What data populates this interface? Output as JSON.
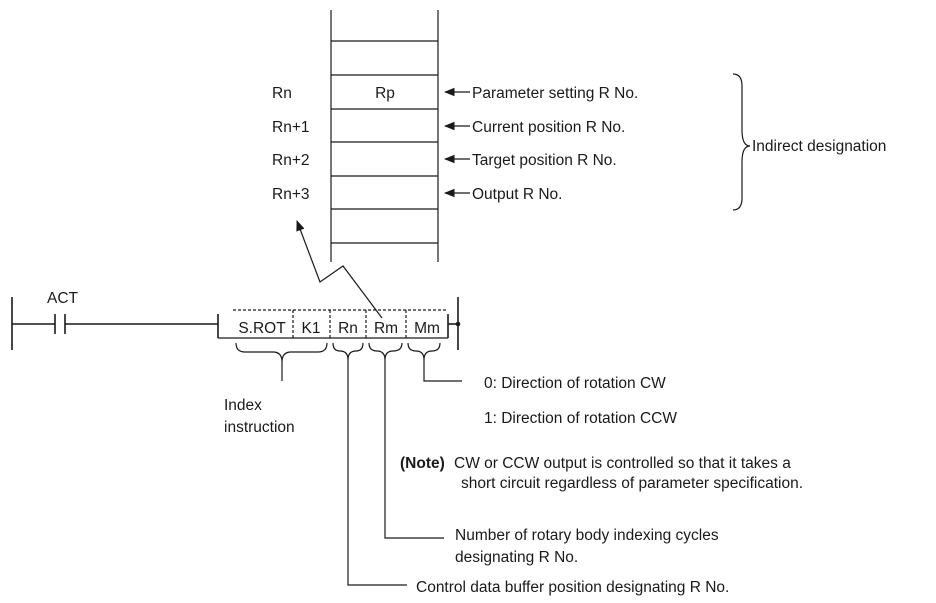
{
  "register_table": {
    "rows": [
      {
        "label": "Rn",
        "content": "Rp",
        "annotation": "Parameter setting R No."
      },
      {
        "label": "Rn+1",
        "content": "",
        "annotation": "Current position R No."
      },
      {
        "label": "Rn+2",
        "content": "",
        "annotation": "Target position R No."
      },
      {
        "label": "Rn+3",
        "content": "",
        "annotation": "Output R No."
      }
    ],
    "brace_label": "Indirect designation"
  },
  "ladder": {
    "contact_label": "ACT",
    "instruction": {
      "name": "S.ROT",
      "params": [
        "K1",
        "Rn",
        "Rm",
        "Mm"
      ]
    }
  },
  "explanations": {
    "index_instruction": [
      "Index",
      "instruction"
    ],
    "mm_options": [
      "0: Direction of rotation CW",
      "1: Direction of rotation CCW"
    ],
    "note_label": "(Note)",
    "note_lines": [
      "CW or CCW output is controlled so that it takes a",
      "short circuit regardless of parameter specification."
    ],
    "rm_desc": [
      "Number of rotary body indexing cycles",
      "designating R No."
    ],
    "rn_desc": "Control data buffer position designating R No."
  }
}
